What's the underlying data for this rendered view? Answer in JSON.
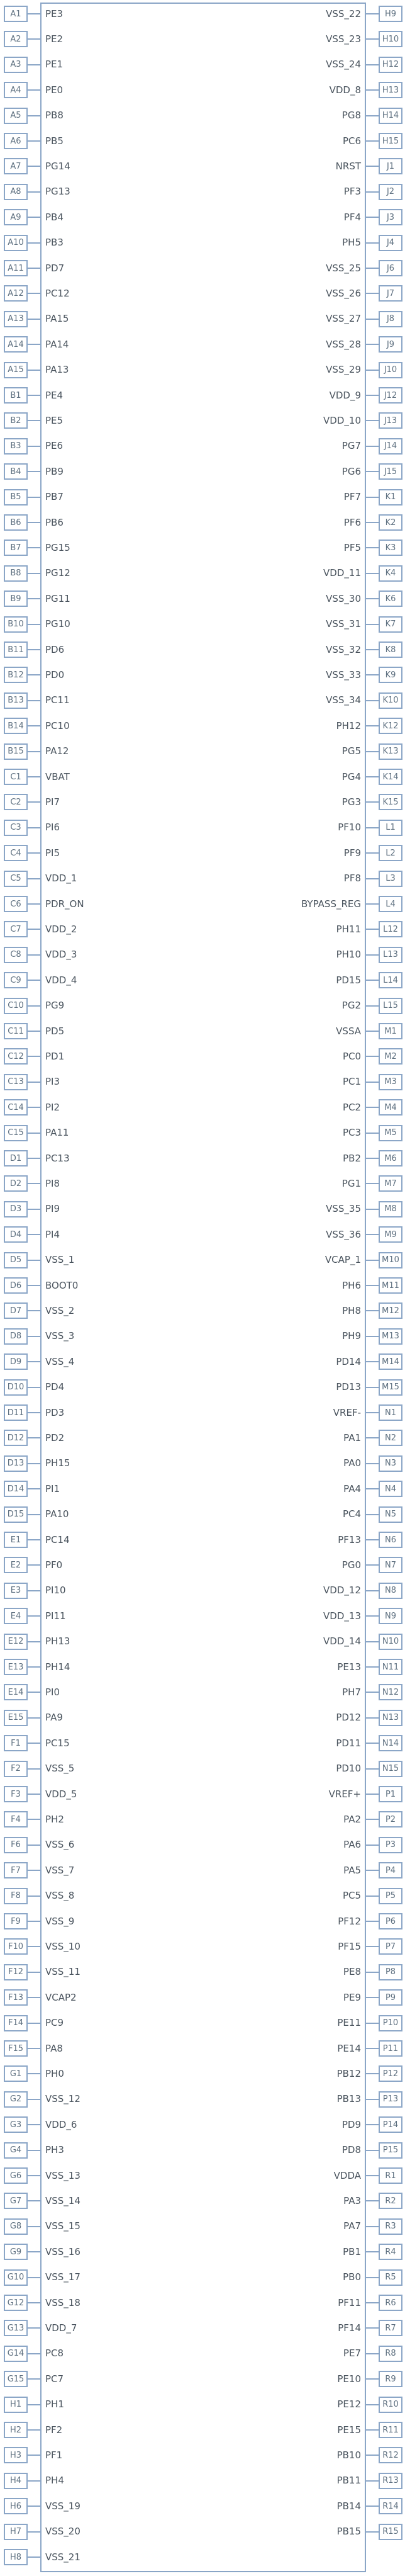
{
  "symbol": {
    "kind": "schematic-symbol",
    "left_pins": [
      {
        "num": "A1",
        "name": "PE3"
      },
      {
        "num": "A2",
        "name": "PE2"
      },
      {
        "num": "A3",
        "name": "PE1"
      },
      {
        "num": "A4",
        "name": "PE0"
      },
      {
        "num": "A5",
        "name": "PB8"
      },
      {
        "num": "A6",
        "name": "PB5"
      },
      {
        "num": "A7",
        "name": "PG14"
      },
      {
        "num": "A8",
        "name": "PG13"
      },
      {
        "num": "A9",
        "name": "PB4"
      },
      {
        "num": "A10",
        "name": "PB3"
      },
      {
        "num": "A11",
        "name": "PD7"
      },
      {
        "num": "A12",
        "name": "PC12"
      },
      {
        "num": "A13",
        "name": "PA15"
      },
      {
        "num": "A14",
        "name": "PA14"
      },
      {
        "num": "A15",
        "name": "PA13"
      },
      {
        "num": "B1",
        "name": "PE4"
      },
      {
        "num": "B2",
        "name": "PE5"
      },
      {
        "num": "B3",
        "name": "PE6"
      },
      {
        "num": "B4",
        "name": "PB9"
      },
      {
        "num": "B5",
        "name": "PB7"
      },
      {
        "num": "B6",
        "name": "PB6"
      },
      {
        "num": "B7",
        "name": "PG15"
      },
      {
        "num": "B8",
        "name": "PG12"
      },
      {
        "num": "B9",
        "name": "PG11"
      },
      {
        "num": "B10",
        "name": "PG10"
      },
      {
        "num": "B11",
        "name": "PD6"
      },
      {
        "num": "B12",
        "name": "PD0"
      },
      {
        "num": "B13",
        "name": "PC11"
      },
      {
        "num": "B14",
        "name": "PC10"
      },
      {
        "num": "B15",
        "name": "PA12"
      },
      {
        "num": "C1",
        "name": "VBAT"
      },
      {
        "num": "C2",
        "name": "PI7"
      },
      {
        "num": "C3",
        "name": "PI6"
      },
      {
        "num": "C4",
        "name": "PI5"
      },
      {
        "num": "C5",
        "name": "VDD_1"
      },
      {
        "num": "C6",
        "name": "PDR_ON"
      },
      {
        "num": "C7",
        "name": "VDD_2"
      },
      {
        "num": "C8",
        "name": "VDD_3"
      },
      {
        "num": "C9",
        "name": "VDD_4"
      },
      {
        "num": "C10",
        "name": "PG9"
      },
      {
        "num": "C11",
        "name": "PD5"
      },
      {
        "num": "C12",
        "name": "PD1"
      },
      {
        "num": "C13",
        "name": "PI3"
      },
      {
        "num": "C14",
        "name": "PI2"
      },
      {
        "num": "C15",
        "name": "PA11"
      },
      {
        "num": "D1",
        "name": "PC13"
      },
      {
        "num": "D2",
        "name": "PI8"
      },
      {
        "num": "D3",
        "name": "PI9"
      },
      {
        "num": "D4",
        "name": "PI4"
      },
      {
        "num": "D5",
        "name": "VSS_1"
      },
      {
        "num": "D6",
        "name": "BOOT0"
      },
      {
        "num": "D7",
        "name": "VSS_2"
      },
      {
        "num": "D8",
        "name": "VSS_3"
      },
      {
        "num": "D9",
        "name": "VSS_4"
      },
      {
        "num": "D10",
        "name": "PD4"
      },
      {
        "num": "D11",
        "name": "PD3"
      },
      {
        "num": "D12",
        "name": "PD2"
      },
      {
        "num": "D13",
        "name": "PH15"
      },
      {
        "num": "D14",
        "name": "PI1"
      },
      {
        "num": "D15",
        "name": "PA10"
      },
      {
        "num": "E1",
        "name": "PC14"
      },
      {
        "num": "E2",
        "name": "PF0"
      },
      {
        "num": "E3",
        "name": "PI10"
      },
      {
        "num": "E4",
        "name": "PI11"
      },
      {
        "num": "E12",
        "name": "PH13"
      },
      {
        "num": "E13",
        "name": "PH14"
      },
      {
        "num": "E14",
        "name": "PI0"
      },
      {
        "num": "E15",
        "name": "PA9"
      },
      {
        "num": "F1",
        "name": "PC15"
      },
      {
        "num": "F2",
        "name": "VSS_5"
      },
      {
        "num": "F3",
        "name": "VDD_5"
      },
      {
        "num": "F4",
        "name": "PH2"
      },
      {
        "num": "F6",
        "name": "VSS_6"
      },
      {
        "num": "F7",
        "name": "VSS_7"
      },
      {
        "num": "F8",
        "name": "VSS_8"
      },
      {
        "num": "F9",
        "name": "VSS_9"
      },
      {
        "num": "F10",
        "name": "VSS_10"
      },
      {
        "num": "F12",
        "name": "VSS_11"
      },
      {
        "num": "F13",
        "name": "VCAP2"
      },
      {
        "num": "F14",
        "name": "PC9"
      },
      {
        "num": "F15",
        "name": "PA8"
      },
      {
        "num": "G1",
        "name": "PH0"
      },
      {
        "num": "G2",
        "name": "VSS_12"
      },
      {
        "num": "G3",
        "name": "VDD_6"
      },
      {
        "num": "G4",
        "name": "PH3"
      },
      {
        "num": "G6",
        "name": "VSS_13"
      },
      {
        "num": "G7",
        "name": "VSS_14"
      },
      {
        "num": "G8",
        "name": "VSS_15"
      },
      {
        "num": "G9",
        "name": "VSS_16"
      },
      {
        "num": "G10",
        "name": "VSS_17"
      },
      {
        "num": "G12",
        "name": "VSS_18"
      },
      {
        "num": "G13",
        "name": "VDD_7"
      },
      {
        "num": "G14",
        "name": "PC8"
      },
      {
        "num": "G15",
        "name": "PC7"
      },
      {
        "num": "H1",
        "name": "PH1"
      },
      {
        "num": "H2",
        "name": "PF2"
      },
      {
        "num": "H3",
        "name": "PF1"
      },
      {
        "num": "H4",
        "name": "PH4"
      },
      {
        "num": "H6",
        "name": "VSS_19"
      },
      {
        "num": "H7",
        "name": "VSS_20"
      },
      {
        "num": "H8",
        "name": "VSS_21"
      }
    ],
    "right_pins": [
      {
        "num": "H9",
        "name": "VSS_22"
      },
      {
        "num": "H10",
        "name": "VSS_23"
      },
      {
        "num": "H12",
        "name": "VSS_24"
      },
      {
        "num": "H13",
        "name": "VDD_8"
      },
      {
        "num": "H14",
        "name": "PG8"
      },
      {
        "num": "H15",
        "name": "PC6"
      },
      {
        "num": "J1",
        "name": "NRST"
      },
      {
        "num": "J2",
        "name": "PF3"
      },
      {
        "num": "J3",
        "name": "PF4"
      },
      {
        "num": "J4",
        "name": "PH5"
      },
      {
        "num": "J6",
        "name": "VSS_25"
      },
      {
        "num": "J7",
        "name": "VSS_26"
      },
      {
        "num": "J8",
        "name": "VSS_27"
      },
      {
        "num": "J9",
        "name": "VSS_28"
      },
      {
        "num": "J10",
        "name": "VSS_29"
      },
      {
        "num": "J12",
        "name": "VDD_9"
      },
      {
        "num": "J13",
        "name": "VDD_10"
      },
      {
        "num": "J14",
        "name": "PG7"
      },
      {
        "num": "J15",
        "name": "PG6"
      },
      {
        "num": "K1",
        "name": "PF7"
      },
      {
        "num": "K2",
        "name": "PF6"
      },
      {
        "num": "K3",
        "name": "PF5"
      },
      {
        "num": "K4",
        "name": "VDD_11"
      },
      {
        "num": "K6",
        "name": "VSS_30"
      },
      {
        "num": "K7",
        "name": "VSS_31"
      },
      {
        "num": "K8",
        "name": "VSS_32"
      },
      {
        "num": "K9",
        "name": "VSS_33"
      },
      {
        "num": "K10",
        "name": "VSS_34"
      },
      {
        "num": "K12",
        "name": "PH12"
      },
      {
        "num": "K13",
        "name": "PG5"
      },
      {
        "num": "K14",
        "name": "PG4"
      },
      {
        "num": "K15",
        "name": "PG3"
      },
      {
        "num": "L1",
        "name": "PF10"
      },
      {
        "num": "L2",
        "name": "PF9"
      },
      {
        "num": "L3",
        "name": "PF8"
      },
      {
        "num": "L4",
        "name": "BYPASS_REG"
      },
      {
        "num": "L12",
        "name": "PH11"
      },
      {
        "num": "L13",
        "name": "PH10"
      },
      {
        "num": "L14",
        "name": "PD15"
      },
      {
        "num": "L15",
        "name": "PG2"
      },
      {
        "num": "M1",
        "name": "VSSA"
      },
      {
        "num": "M2",
        "name": "PC0"
      },
      {
        "num": "M3",
        "name": "PC1"
      },
      {
        "num": "M4",
        "name": "PC2"
      },
      {
        "num": "M5",
        "name": "PC3"
      },
      {
        "num": "M6",
        "name": "PB2"
      },
      {
        "num": "M7",
        "name": "PG1"
      },
      {
        "num": "M8",
        "name": "VSS_35"
      },
      {
        "num": "M9",
        "name": "VSS_36"
      },
      {
        "num": "M10",
        "name": "VCAP_1"
      },
      {
        "num": "M11",
        "name": "PH6"
      },
      {
        "num": "M12",
        "name": "PH8"
      },
      {
        "num": "M13",
        "name": "PH9"
      },
      {
        "num": "M14",
        "name": "PD14"
      },
      {
        "num": "M15",
        "name": "PD13"
      },
      {
        "num": "N1",
        "name": "VREF-"
      },
      {
        "num": "N2",
        "name": "PA1"
      },
      {
        "num": "N3",
        "name": "PA0"
      },
      {
        "num": "N4",
        "name": "PA4"
      },
      {
        "num": "N5",
        "name": "PC4"
      },
      {
        "num": "N6",
        "name": "PF13"
      },
      {
        "num": "N7",
        "name": "PG0"
      },
      {
        "num": "N8",
        "name": "VDD_12"
      },
      {
        "num": "N9",
        "name": "VDD_13"
      },
      {
        "num": "N10",
        "name": "VDD_14"
      },
      {
        "num": "N11",
        "name": "PE13"
      },
      {
        "num": "N12",
        "name": "PH7"
      },
      {
        "num": "N13",
        "name": "PD12"
      },
      {
        "num": "N14",
        "name": "PD11"
      },
      {
        "num": "N15",
        "name": "PD10"
      },
      {
        "num": "P1",
        "name": "VREF+"
      },
      {
        "num": "P2",
        "name": "PA2"
      },
      {
        "num": "P3",
        "name": "PA6"
      },
      {
        "num": "P4",
        "name": "PA5"
      },
      {
        "num": "P5",
        "name": "PC5"
      },
      {
        "num": "P6",
        "name": "PF12"
      },
      {
        "num": "P7",
        "name": "PF15"
      },
      {
        "num": "P8",
        "name": "PE8"
      },
      {
        "num": "P9",
        "name": "PE9"
      },
      {
        "num": "P10",
        "name": "PE11"
      },
      {
        "num": "P11",
        "name": "PE14"
      },
      {
        "num": "P12",
        "name": "PB12"
      },
      {
        "num": "P13",
        "name": "PB13"
      },
      {
        "num": "P14",
        "name": "PD9"
      },
      {
        "num": "P15",
        "name": "PD8"
      },
      {
        "num": "R1",
        "name": "VDDA"
      },
      {
        "num": "R2",
        "name": "PA3"
      },
      {
        "num": "R3",
        "name": "PA7"
      },
      {
        "num": "R4",
        "name": "PB1"
      },
      {
        "num": "R5",
        "name": "PB0"
      },
      {
        "num": "R6",
        "name": "PF11"
      },
      {
        "num": "R7",
        "name": "PF14"
      },
      {
        "num": "R8",
        "name": "PE7"
      },
      {
        "num": "R9",
        "name": "PE10"
      },
      {
        "num": "R10",
        "name": "PE12"
      },
      {
        "num": "R11",
        "name": "PE15"
      },
      {
        "num": "R12",
        "name": "PB10"
      },
      {
        "num": "R13",
        "name": "PB11"
      },
      {
        "num": "R14",
        "name": "PB14"
      },
      {
        "num": "R15",
        "name": "PB15"
      }
    ]
  },
  "style": {
    "outline_color": "#8ba6c7",
    "pin_number_color": "#5e7080",
    "pin_name_color": "#4a545e",
    "background": "#ffffff"
  }
}
